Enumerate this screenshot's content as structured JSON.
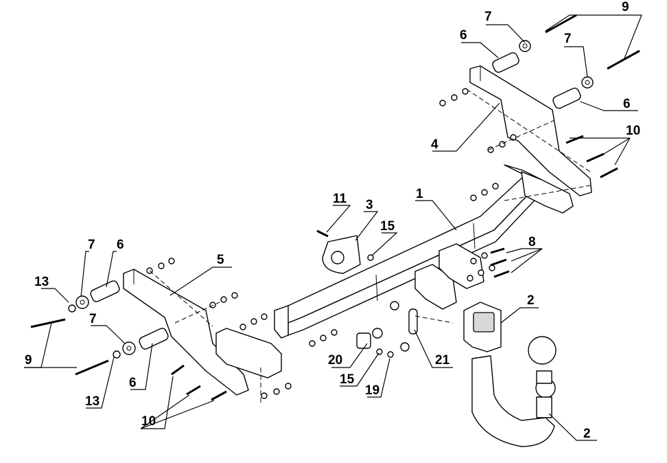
{
  "diagram": {
    "callouts": [
      {
        "id": "c9-top",
        "label": "9"
      },
      {
        "id": "c7-topL",
        "label": "7"
      },
      {
        "id": "c6-topL",
        "label": "6"
      },
      {
        "id": "c7-topR",
        "label": "7"
      },
      {
        "id": "c6-topR",
        "label": "6"
      },
      {
        "id": "c4",
        "label": "4"
      },
      {
        "id": "c10-R",
        "label": "10"
      },
      {
        "id": "c11",
        "label": "11"
      },
      {
        "id": "c3",
        "label": "3"
      },
      {
        "id": "c1",
        "label": "1"
      },
      {
        "id": "c15-top",
        "label": "15"
      },
      {
        "id": "c8",
        "label": "8"
      },
      {
        "id": "c2-top",
        "label": "2"
      },
      {
        "id": "c7-L",
        "label": "7"
      },
      {
        "id": "c6-L",
        "label": "6"
      },
      {
        "id": "c5",
        "label": "5"
      },
      {
        "id": "c13-top",
        "label": "13"
      },
      {
        "id": "c7-L2",
        "label": "7"
      },
      {
        "id": "c9-L",
        "label": "9"
      },
      {
        "id": "c6-L2",
        "label": "6"
      },
      {
        "id": "c13-bot",
        "label": "13"
      },
      {
        "id": "c20",
        "label": "20"
      },
      {
        "id": "c15-bot",
        "label": "15"
      },
      {
        "id": "c19",
        "label": "19"
      },
      {
        "id": "c21",
        "label": "21"
      },
      {
        "id": "c10-L",
        "label": "10"
      },
      {
        "id": "c2-bot",
        "label": "2"
      }
    ]
  }
}
